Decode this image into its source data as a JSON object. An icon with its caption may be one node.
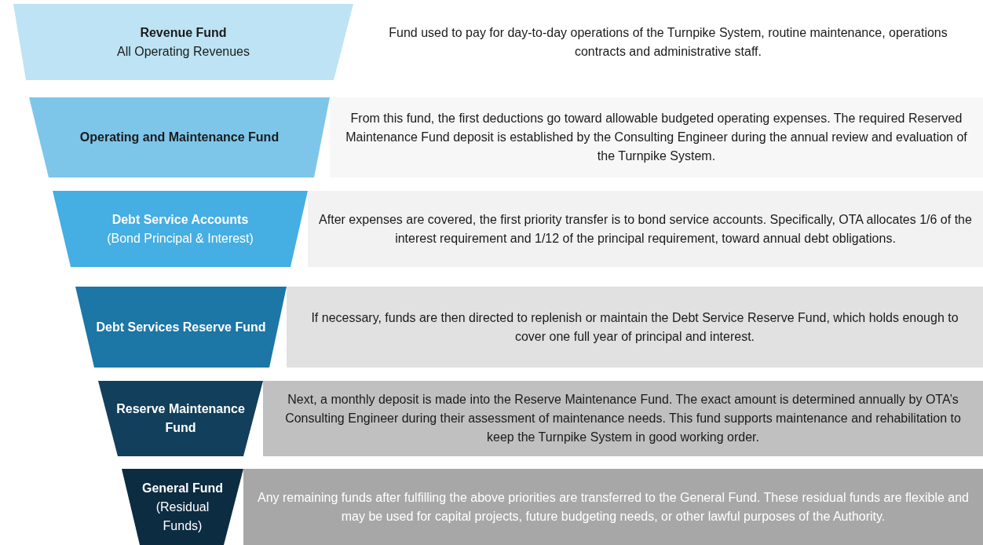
{
  "diagram": {
    "nodes": [
      {
        "text": [
          "Revenue Fund",
          "All Operating Revenues"
        ]
      },
      {
        "text": [
          "Fund used to pay for day-to-day operations of the Turnpike System, routine maintenance, operations contracts and administrative staff."
        ]
      },
      {
        "text": [
          "Operating and Maintenance Fund"
        ]
      },
      {
        "text": [
          "From this fund, the first deductions go toward allowable budgeted operating expenses. The required Reserved Maintenance Fund deposit is established by the Consulting Engineer during the annual review and evaluation of the Turnpike System."
        ]
      },
      {
        "text": [
          "Debt Service Accounts",
          "(Bond Principal & Interest)"
        ]
      },
      {
        "text": [
          "After expenses are covered, the first priority transfer is to bond service accounts. Specifically, OTA allocates 1/6 of the interest requirement and 1/12 of the principal requirement, toward annual debt obligations."
        ]
      },
      {
        "text": [
          "Debt Services Reserve Fund"
        ]
      },
      {
        "text": [
          "If necessary, funds are then directed to replenish or maintain the Debt Service Reserve Fund, which holds enough to cover one full year of principal and interest."
        ]
      },
      {
        "text": [
          "Reserve Maintenance Fund"
        ]
      },
      {
        "text": [
          "Next, a monthly deposit is made into the Reserve Maintenance Fund. The exact amount is determined annually by OTA’s Consulting Engineer during their assessment of maintenance needs. This fund supports maintenance and rehabilitation to keep the Turnpike System in good working order."
        ]
      },
      {
        "text": [
          "General Fund",
          "(Residual Funds)"
        ]
      },
      {
        "text": [
          "Any remaining funds after fulfilling the above priorities are transferred to the General Fund. These residual funds are flexible and may be used for capital projects, future budgeting needs, or other lawful purposes of the Authority."
        ]
      }
    ],
    "edges": []
  }
}
